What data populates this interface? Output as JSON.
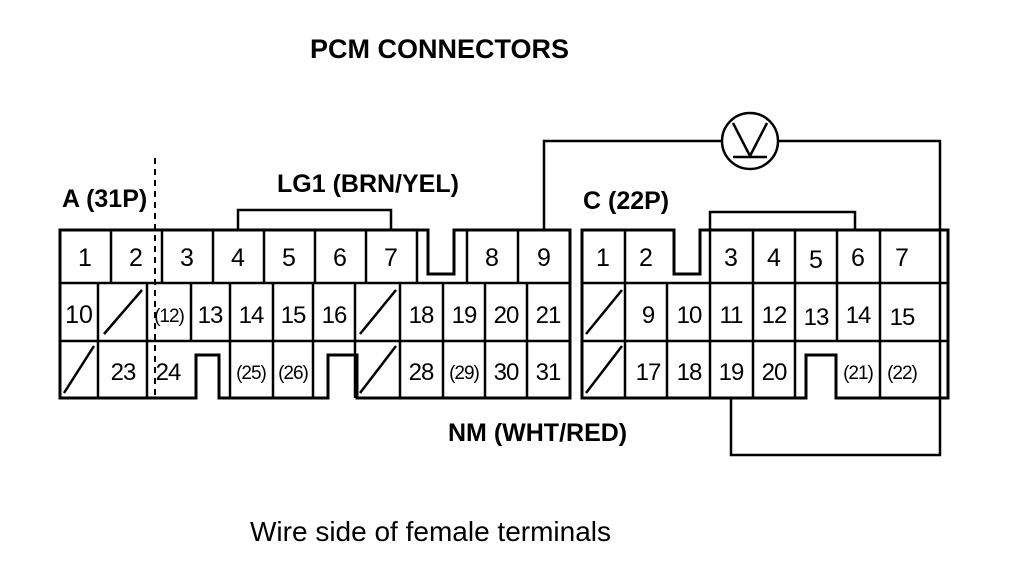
{
  "title": "PCM CONNECTORS",
  "connector_a": {
    "label": "A (31P)",
    "row1": [
      "1",
      "2",
      "3",
      "4",
      "5",
      "6",
      "7",
      "8",
      "9"
    ],
    "row2": [
      "10",
      "(12)",
      "13",
      "14",
      "15",
      "16",
      "18",
      "19",
      "20",
      "21"
    ],
    "row3": [
      "23",
      "24",
      "(25)",
      "(26)",
      "28",
      "(29)",
      "30",
      "31"
    ]
  },
  "connector_c": {
    "label": "C (22P)",
    "row1": [
      "1",
      "2",
      "3",
      "4",
      "5",
      "6",
      "7"
    ],
    "row2": [
      "9",
      "10",
      "11",
      "12",
      "13",
      "14",
      "15"
    ],
    "row3": [
      "17",
      "18",
      "19",
      "20",
      "(21)",
      "(22)"
    ]
  },
  "wire_lg1": "LG1 (BRN/YEL)",
  "wire_nm": "NM (WHT/RED)",
  "meter_symbol": "V",
  "caption": "Wire side of female terminals"
}
